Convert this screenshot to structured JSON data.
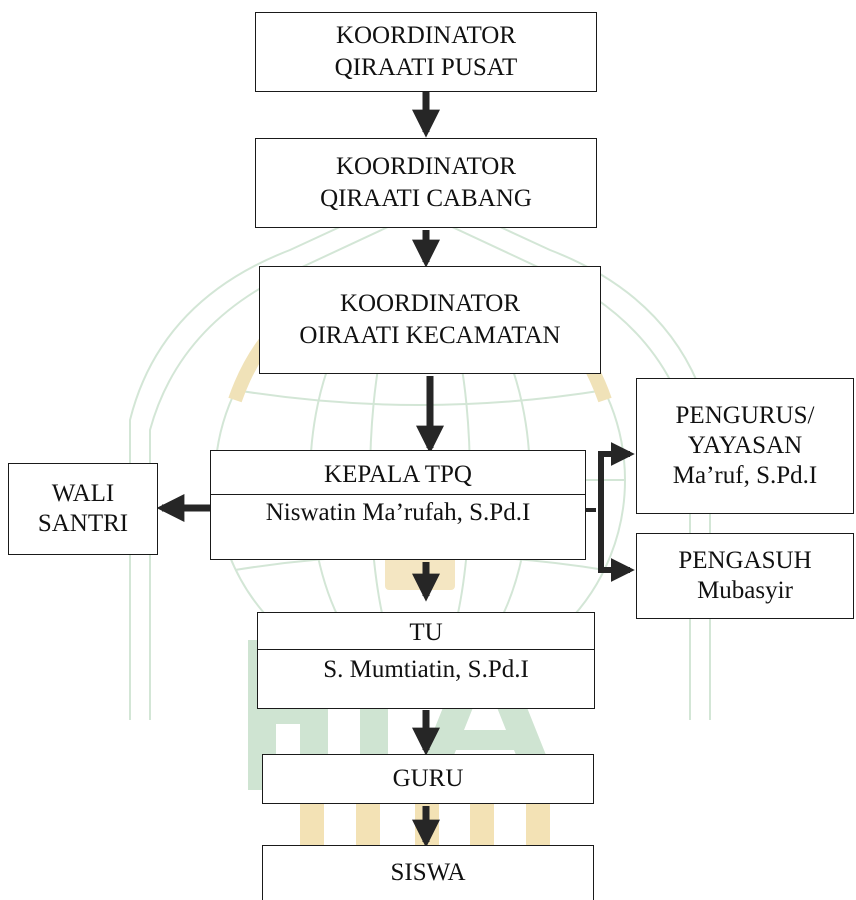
{
  "nodes": {
    "pusat": {
      "line1": "KOORDINATOR",
      "line2": "QIRAATI PUSAT"
    },
    "cabang": {
      "line1": "KOORDINATOR",
      "line2": "QIRAATI CABANG"
    },
    "kecamatan": {
      "line1": "KOORDINATOR",
      "line2": "OIRAATI KECAMATAN"
    },
    "kepala": {
      "title": "KEPALA TPQ",
      "name": "Niswatin Ma’rufah, S.Pd.I"
    },
    "wali": {
      "line1": "WALI",
      "line2": "SANTRI"
    },
    "pengurus": {
      "line1": "PENGURUS/",
      "line2": "YAYASAN",
      "name": "Ma’ruf, S.Pd.I"
    },
    "pengasuh": {
      "title": "PENGASUH",
      "name": "Mubasyir"
    },
    "tu": {
      "title": "TU",
      "name": "S. Mumtiatin, S.Pd.I"
    },
    "guru": {
      "label": "GURU"
    },
    "siswa": {
      "label": "SISWA"
    }
  },
  "colors": {
    "border": "#1a1a1a",
    "arrow": "#262626",
    "watermark_green": "#c3dac6",
    "watermark_gold": "#f0dfb3"
  }
}
